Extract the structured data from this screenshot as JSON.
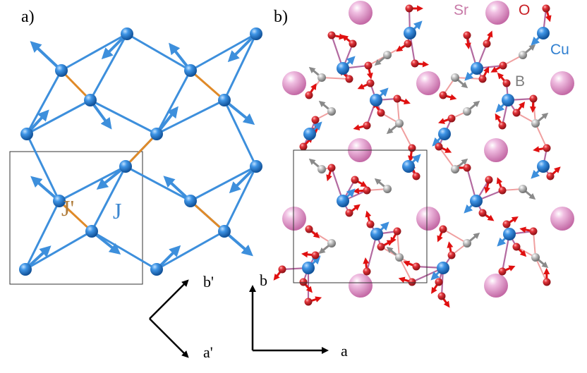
{
  "panels": {
    "a": {
      "label": "a)"
    },
    "b": {
      "label": "b)"
    }
  },
  "bond_labels": {
    "J_prime": "J'",
    "J": "J"
  },
  "legend": {
    "Sr": "Sr",
    "O": "O",
    "Cu": "Cu",
    "B": "B"
  },
  "axes": {
    "a_prime": "a'",
    "b_prime": "b'",
    "a": "a",
    "b": "b"
  },
  "colors": {
    "cu_atom": "#2b7fd4",
    "cu_bond": "#3d8fdc",
    "j_prime_bond": "#e08a28",
    "j_prime_label": "#b07d3c",
    "j_label": "#3b86cf",
    "sr_atom": "#e4a6d2",
    "o_atom": "#d6232a",
    "o_arrow": "#e01010",
    "b_atom": "#a8a8a8",
    "legend_sr": "#c87aa8",
    "legend_o": "#c81e24",
    "legend_cu": "#2f7fd0",
    "legend_b": "#7d7d7d"
  }
}
